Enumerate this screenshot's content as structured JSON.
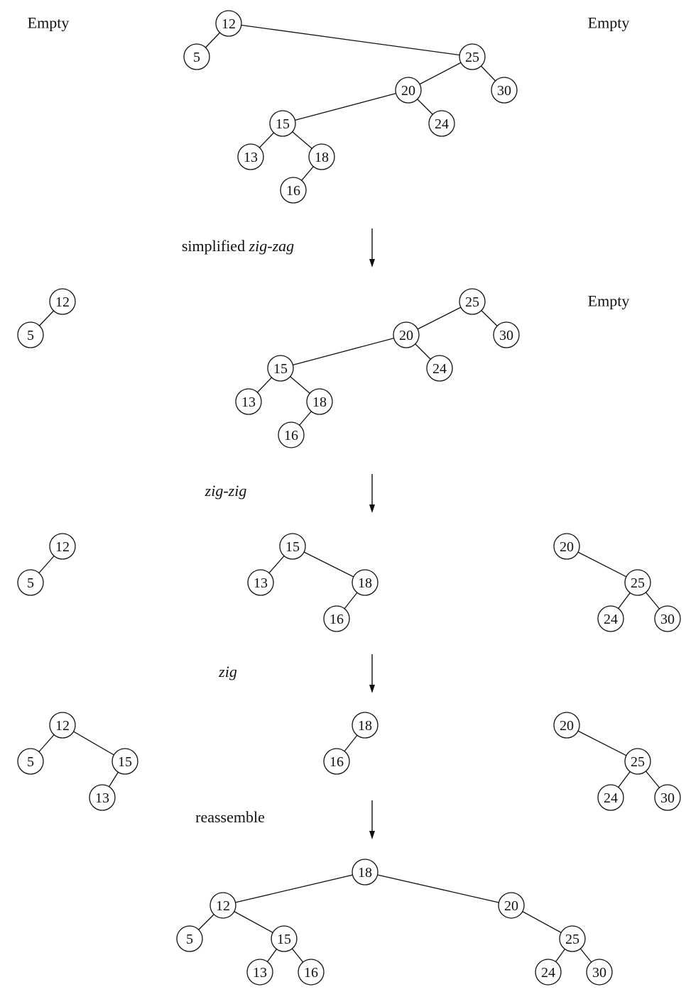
{
  "empty_label": "Empty",
  "steps": [
    {
      "plain": "simplified ",
      "italic": "zig-zag"
    },
    {
      "plain": "",
      "italic": "zig-zig"
    },
    {
      "plain": "",
      "italic": "zig"
    },
    {
      "plain": "reassemble",
      "italic": ""
    }
  ],
  "stages": [
    {
      "left": null,
      "middle": {
        "v": "12",
        "l": {
          "v": "5"
        },
        "r": {
          "v": "25",
          "l": {
            "v": "20",
            "l": {
              "v": "15",
              "l": {
                "v": "13"
              },
              "r": {
                "v": "18",
                "l": {
                  "v": "16"
                }
              }
            },
            "r": {
              "v": "24"
            }
          },
          "r": {
            "v": "30"
          }
        }
      },
      "right": null
    },
    {
      "left": {
        "v": "12",
        "l": {
          "v": "5"
        }
      },
      "middle": {
        "v": "25",
        "l": {
          "v": "20",
          "l": {
            "v": "15",
            "l": {
              "v": "13"
            },
            "r": {
              "v": "18",
              "l": {
                "v": "16"
              }
            }
          },
          "r": {
            "v": "24"
          }
        },
        "r": {
          "v": "30"
        }
      },
      "right": null
    },
    {
      "left": {
        "v": "12",
        "l": {
          "v": "5"
        }
      },
      "middle": {
        "v": "15",
        "l": {
          "v": "13"
        },
        "r": {
          "v": "18",
          "l": {
            "v": "16"
          }
        }
      },
      "right": {
        "v": "20",
        "r": {
          "v": "25",
          "l": {
            "v": "24"
          },
          "r": {
            "v": "30"
          }
        }
      }
    },
    {
      "left": {
        "v": "12",
        "l": {
          "v": "5"
        },
        "r": {
          "v": "15",
          "l": {
            "v": "13"
          }
        }
      },
      "middle": {
        "v": "18",
        "l": {
          "v": "16"
        }
      },
      "right": {
        "v": "20",
        "r": {
          "v": "25",
          "l": {
            "v": "24"
          },
          "r": {
            "v": "30"
          }
        }
      }
    },
    {
      "left": null,
      "middle": {
        "v": "18",
        "l": {
          "v": "12",
          "l": {
            "v": "5"
          },
          "r": {
            "v": "15",
            "l": {
              "v": "13"
            },
            "r": {
              "v": "16"
            }
          }
        },
        "r": {
          "v": "20",
          "r": {
            "v": "25",
            "l": {
              "v": "24"
            },
            "r": {
              "v": "30"
            }
          }
        }
      },
      "right": null
    }
  ]
}
